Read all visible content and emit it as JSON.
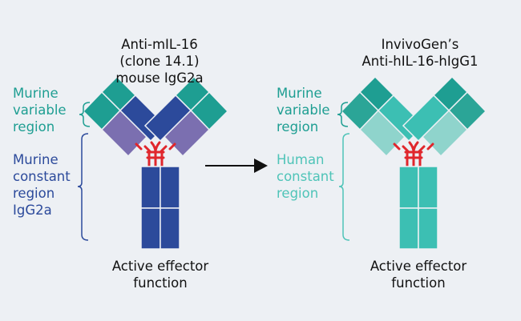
{
  "left_antibody": {
    "title": [
      "Anti-mIL-16",
      "(clone 14.1)",
      "mouse IgG2a"
    ],
    "variable_label": [
      "Murine",
      "variable",
      "region"
    ],
    "constant_label": [
      "Murine",
      "constant",
      "region",
      "IgG2a"
    ],
    "effector_label": [
      "Active effector",
      "function"
    ]
  },
  "right_antibody": {
    "title": [
      "InvivoGen’s",
      "Anti-hIL-16-hIgG1"
    ],
    "variable_label": [
      "Murine",
      "variable",
      "region"
    ],
    "constant_label": [
      "Human",
      "constant",
      "region"
    ],
    "effector_label": [
      "Active effector",
      "function"
    ]
  },
  "colors": {
    "background": "#edf0f4",
    "murine_variable": "#1e9e92",
    "murine_variable_light": "#2ba597",
    "murine_constant": "#2c4a9b",
    "murine_light_chain_constant": "#7b6fb0",
    "human_constant": "#3cbfb3",
    "human_light_chain_constant": "#8fd4cc",
    "disulfide_bond": "#e0262c",
    "arrow": "#111111"
  }
}
